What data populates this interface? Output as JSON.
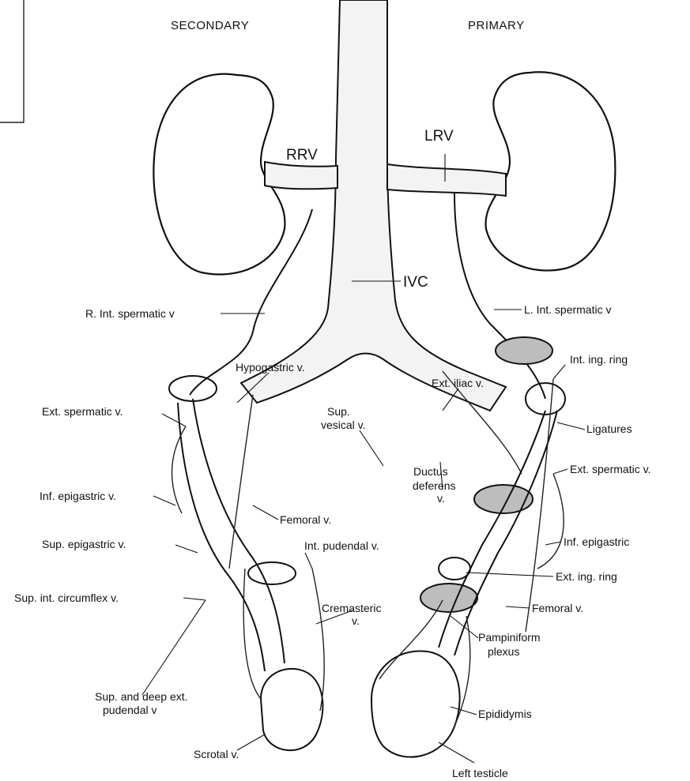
{
  "headers": {
    "secondary": "SECONDARY",
    "primary": "PRIMARY"
  },
  "labels": {
    "rrv": "RRV",
    "lrv": "LRV",
    "ivc": "IVC",
    "r_int_spermatic": "R. Int. spermatic v",
    "l_int_spermatic": "L. Int. spermatic v",
    "hypogastric": "Hypogastric v.",
    "ext_iliac": "Ext. iliac v.",
    "int_ing_ring": "Int. ing. ring",
    "ext_spermatic_left": "Ext. spermatic v.",
    "sup_vesical_1": "Sup.",
    "sup_vesical_2": "vesical v.",
    "ligatures": "Ligatures",
    "ext_spermatic_right": "Ext. spermatic v.",
    "inf_epigastric_left": "Inf. epigastric v.",
    "ductus_1": "Ductus",
    "ductus_2": "deferens",
    "ductus_3": "v.",
    "femoral_center": "Femoral v.",
    "sup_epigastric": "Sup. epigastric v.",
    "int_pudendal": "Int. pudendal v.",
    "inf_epigastric_right": "Inf. epigastric",
    "ext_ing_ring": "Ext. ing. ring",
    "sup_int_circumflex": "Sup. int. circumflex v.",
    "cremasteric_1": "Cremasteric",
    "cremasteric_2": "v.",
    "femoral_right": "Femoral v.",
    "pampiniform_1": "Pampiniform",
    "pampiniform_2": "plexus",
    "sup_deep_ext_1": "Sup. and deep ext.",
    "sup_deep_ext_2": "pudendal v",
    "epididymis": "Epididymis",
    "scrotal": "Scrotal v.",
    "left_testicle": "Left testicle"
  }
}
